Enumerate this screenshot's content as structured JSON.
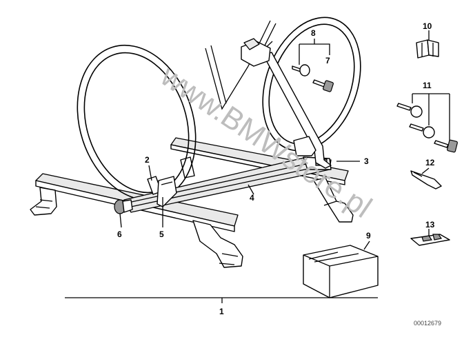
{
  "diagram": {
    "watermark": "www.BMWstore.pl",
    "catalog_code": "00012679",
    "part_labels": {
      "p1": "1",
      "p2": "2",
      "p3": "3",
      "p4": "4",
      "p5": "5",
      "p6": "6",
      "p7": "7",
      "p8": "8",
      "p9": "9",
      "p10": "10",
      "p11": "11",
      "p12": "12",
      "p13": "13"
    }
  }
}
